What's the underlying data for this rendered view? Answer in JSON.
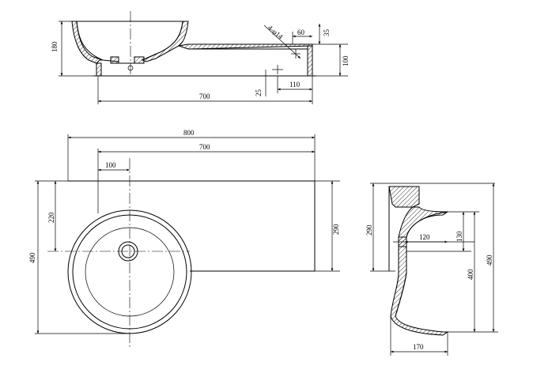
{
  "top_view": {
    "dim_180": "180",
    "dim_60": "60",
    "dim_35": "35",
    "dim_100": "100",
    "dim_hole": "4-φ14",
    "dim_25": "25",
    "dim_110": "110",
    "dim_700": "700"
  },
  "plan_view": {
    "dim_800": "800",
    "dim_700": "700",
    "dim_100": "100",
    "dim_220": "220",
    "dim_490": "490",
    "dim_290": "290"
  },
  "side_view": {
    "dim_290": "290",
    "dim_120": "120",
    "dim_130": "130",
    "dim_400": "400",
    "dim_490": "490",
    "dim_170": "170"
  }
}
